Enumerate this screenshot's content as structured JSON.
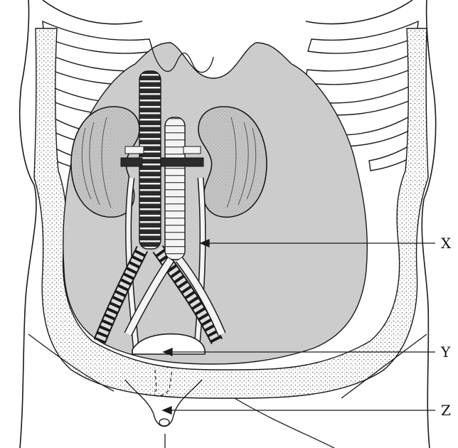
{
  "labels": {
    "x": "X",
    "y": "Y",
    "z": "Z"
  },
  "colors": {
    "outline": "#1a1a1a",
    "cavity": "#c9c9c9",
    "kidney": "#bdbdbd",
    "vessel_dark": "#2b2b2b",
    "vessel_light": "#f2f2f2",
    "stipple": "#777777",
    "background": "#ffffff"
  }
}
